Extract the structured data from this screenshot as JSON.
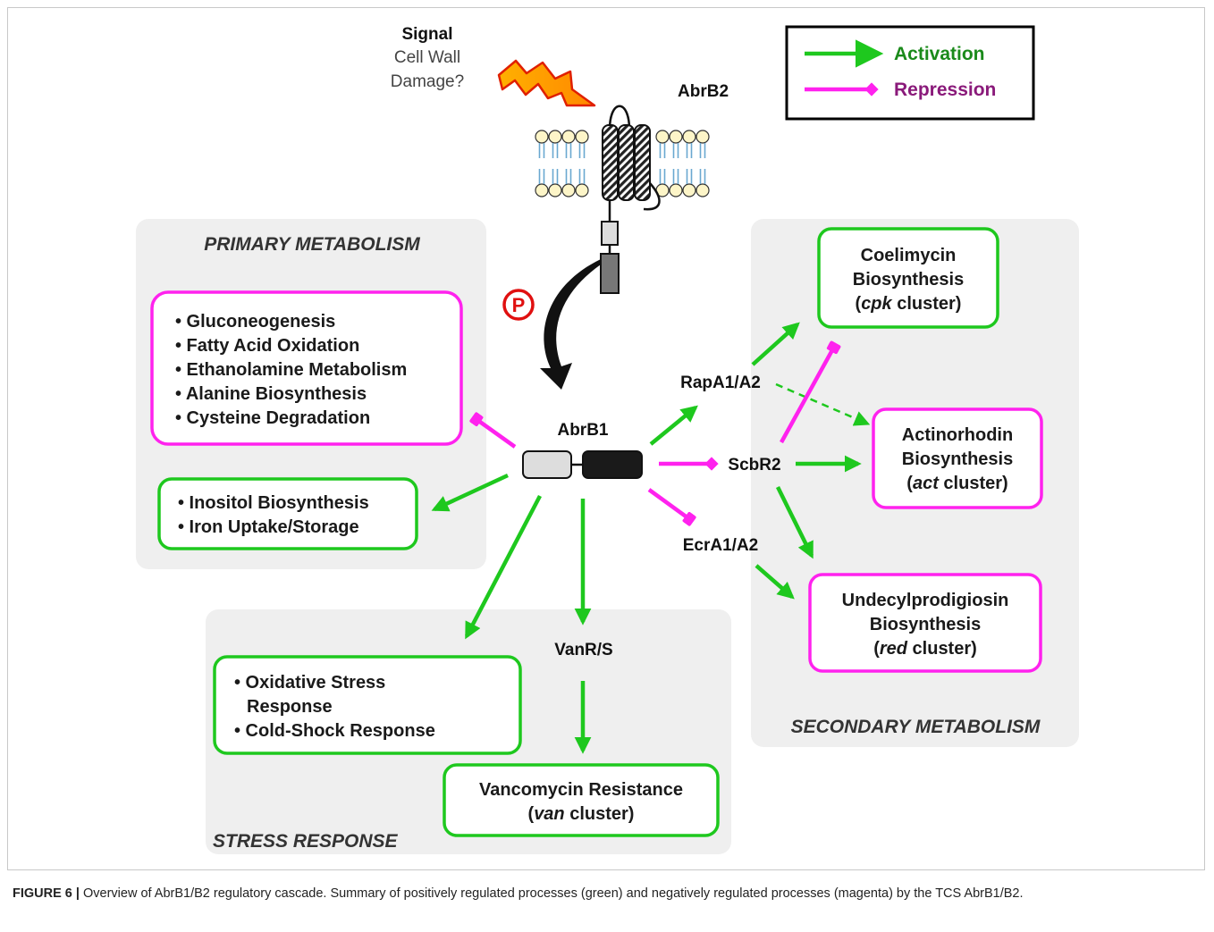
{
  "signal": {
    "title": "Signal",
    "line1": "Cell Wall",
    "line2": "Damage?"
  },
  "legend": {
    "activation": "Activation",
    "repression": "Repression"
  },
  "colors": {
    "green": "#1ec81e",
    "magenta": "#ff22ee",
    "legend_activation_text": "#1a8a1a",
    "legend_repression_text": "#8a1a7a",
    "panel_bg": "#efefef",
    "p_red": "#e01010"
  },
  "membrane_protein": "AbrB2",
  "phospho_label": "P",
  "response_regulator": "AbrB1",
  "regulators": {
    "rapa": "RapA1/A2",
    "scbr": "ScbR2",
    "ecra": "EcrA1/A2",
    "vanrs": "VanR/S"
  },
  "primary": {
    "title": "PRIMARY METABOLISM",
    "repressed": [
      "• Gluconeogenesis",
      "• Fatty Acid Oxidation",
      "• Ethanolamine Metabolism",
      "• Alanine Biosynthesis",
      "• Cysteine Degradation"
    ],
    "activated": [
      "• Inositol Biosynthesis",
      "• Iron Uptake/Storage"
    ]
  },
  "stress": {
    "title": "STRESS RESPONSE",
    "box": [
      "• Oxidative Stress",
      "Response",
      "• Cold-Shock Response"
    ],
    "vanco1": "Vancomycin Resistance",
    "vanco2_open": "(",
    "vanco2_italic": "van",
    "vanco2_rest": " cluster)"
  },
  "secondary": {
    "title": "SECONDARY METABOLISM",
    "cpk": {
      "l1": "Coelimycin",
      "l2": "Biosynthesis",
      "open": "(",
      "italic": "cpk",
      "rest": " cluster)"
    },
    "act": {
      "l1": "Actinorhodin",
      "l2": "Biosynthesis",
      "open": "(",
      "italic": "act",
      "rest": " cluster)"
    },
    "red": {
      "l1": "Undecylprodigiosin",
      "l2": "Biosynthesis",
      "open": "(",
      "italic": "red",
      "rest": " cluster)"
    }
  },
  "caption": {
    "label": "FIGURE 6 |",
    "text": " Overview of AbrB1/B2 regulatory cascade. Summary of positively regulated processes (green) and negatively regulated processes (magenta) by the TCS AbrB1/B2."
  }
}
